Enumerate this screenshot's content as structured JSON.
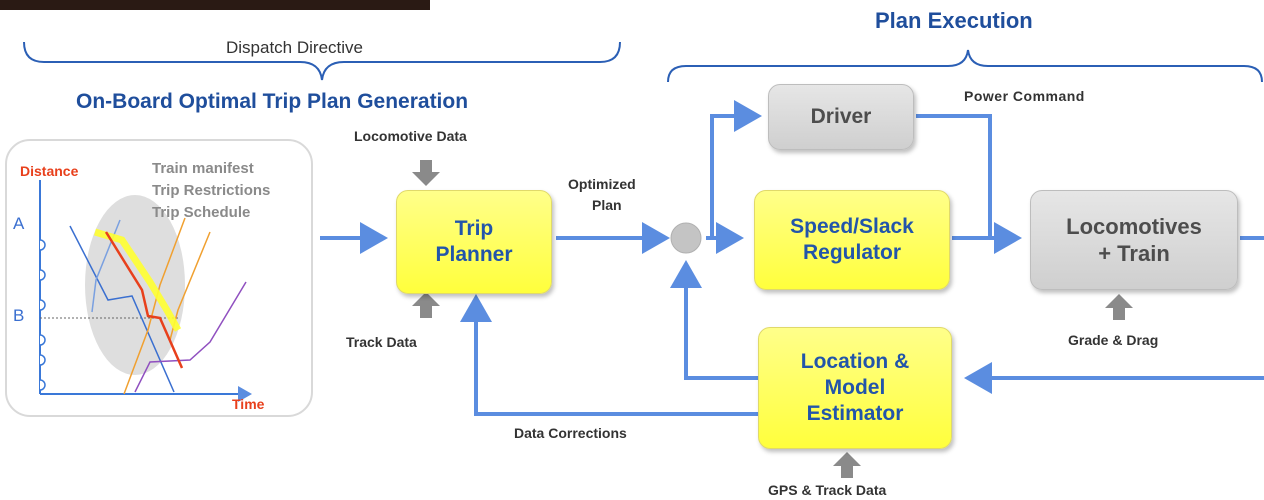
{
  "top": {
    "dispatch_directive": "Dispatch Directive",
    "plan_execution_title": "Plan Execution",
    "onboard_title": "On-Board Optimal Trip Plan Generation"
  },
  "chart_panel": {
    "y_axis_label": "Distance",
    "x_axis_label": "Time",
    "marker_a": "A",
    "marker_b": "B",
    "info_lines": [
      "Train manifest",
      "Trip Restrictions",
      "Trip Schedule"
    ],
    "colors": {
      "distance_label": "#e8401c",
      "info_text": "#8a8a8a",
      "axis": "#3a78d8"
    }
  },
  "planner": {
    "locomotive_data": "Locomotive Data",
    "track_data": "Track Data",
    "trip_planner_line1": "Trip",
    "trip_planner_line2": "Planner",
    "optimized_plan_line1": "Optimized",
    "optimized_plan_line2": "Plan",
    "data_corrections": "Data Corrections"
  },
  "execution": {
    "driver": "Driver",
    "power_command": "Power Command",
    "speed_regulator_line1": "Speed/Slack",
    "speed_regulator_line2": "Regulator",
    "locomotives_line1": "Locomotives",
    "locomotives_line2": "+ Train",
    "grade_drag": "Grade & Drag",
    "estimator_line1": "Location &",
    "estimator_line2": "Model",
    "estimator_line3": "Estimator",
    "gps_track_data": "GPS & Track Data"
  },
  "colors": {
    "flow_arrow": "#5b8de0",
    "input_arrow": "#888888",
    "block_yellow": "#ffff55",
    "block_gray": "#d6d6d6",
    "block_text_blue": "#2255aa",
    "title_blue": "#1f4e9c",
    "brace": "#2b5fb5"
  }
}
